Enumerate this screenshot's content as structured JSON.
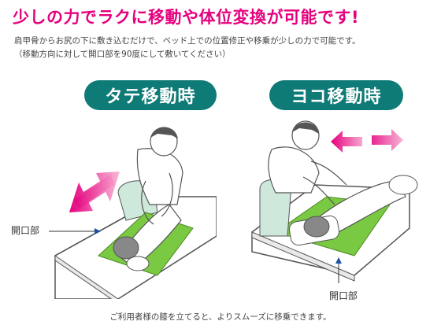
{
  "headline": "少しの力でラクに移動や体位変換が可能です!",
  "description": {
    "line1": "肩甲骨からお尻の下に敷き込むだけで、ベッド上での位置修正や移乗が少しの力で可能です。",
    "line2": "（移動方向に対して開口部を90度にして敷いてください）"
  },
  "modes": {
    "vertical": "タテ移動時",
    "horizontal": "ヨコ移動時"
  },
  "labels": {
    "opening_left": "開口部",
    "opening_right": "開口部"
  },
  "footnote": "ご利用者様の膝を立てると、よりスムーズに移乗できます。",
  "colors": {
    "headline": "#e5007e",
    "pill": "#0f7b76",
    "mat": "#7ac943",
    "arrow": "#e5007e",
    "caregiver_pants": "#cfe8dc"
  }
}
